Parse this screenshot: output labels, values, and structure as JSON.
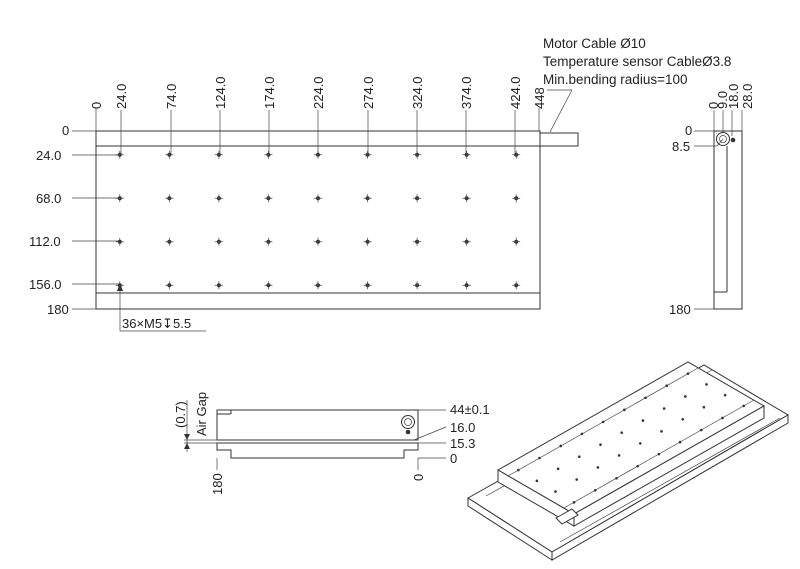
{
  "notes": {
    "motor_cable": "Motor Cable Ø10",
    "temp_cable": "Temperature sensor CableØ3.8",
    "bending_radius": "Min.bending radius=100"
  },
  "top_view": {
    "x_labels": [
      "0",
      "24.0",
      "74.0",
      "124.0",
      "174.0",
      "224.0",
      "274.0",
      "324.0",
      "374.0",
      "424.0",
      "448"
    ],
    "y_labels": [
      "0",
      "24.0",
      "68.0",
      "112.0",
      "156.0",
      "180"
    ],
    "hole_callout": "36×M5↧5.5",
    "hole_x_values": [
      24,
      74,
      124,
      174,
      224,
      274,
      324,
      374,
      424
    ],
    "hole_y_values": [
      24,
      68,
      112,
      156
    ]
  },
  "side_view": {
    "top_labels": [
      "0",
      "9.0",
      "18.0",
      "28.0"
    ],
    "left_labels": [
      "0",
      "8.5",
      "180"
    ]
  },
  "front_view": {
    "air_gap_label": "Air Gap",
    "air_gap_value": "(0.7)",
    "height_label": "44±0.1",
    "label_16": "16.0",
    "label_15": "15.3",
    "label_0": "0",
    "bottom_left": "180",
    "bottom_right": "0"
  }
}
